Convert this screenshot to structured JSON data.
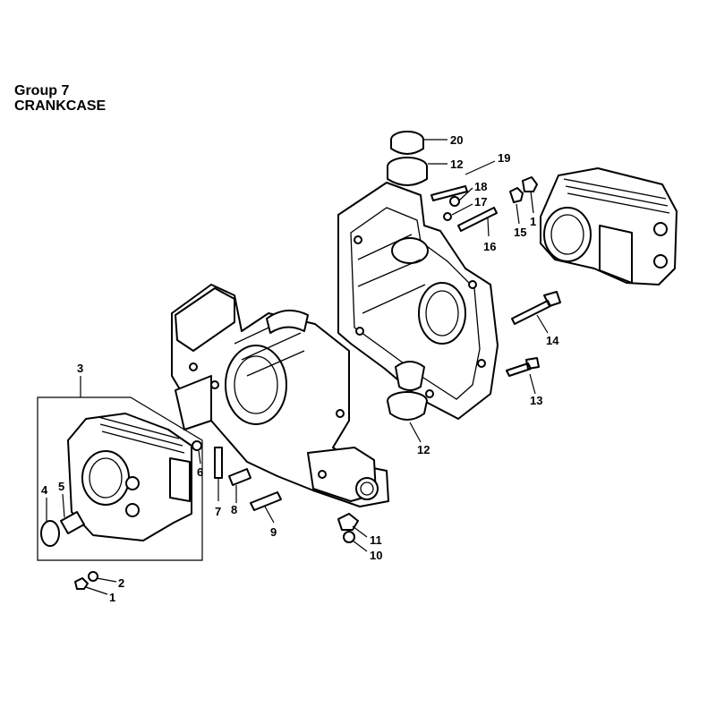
{
  "header": {
    "group": "Group 7",
    "title": "CRANKCASE"
  },
  "callouts": [
    {
      "id": "c20",
      "text": "20"
    },
    {
      "id": "c12a",
      "text": "12"
    },
    {
      "id": "c19",
      "text": "19"
    },
    {
      "id": "c18",
      "text": "18"
    },
    {
      "id": "c17",
      "text": "17"
    },
    {
      "id": "c16",
      "text": "16"
    },
    {
      "id": "c15",
      "text": "15"
    },
    {
      "id": "c1a",
      "text": "1"
    },
    {
      "id": "c14",
      "text": "14"
    },
    {
      "id": "c13",
      "text": "13"
    },
    {
      "id": "c12b",
      "text": "12"
    },
    {
      "id": "c3",
      "text": "3"
    },
    {
      "id": "c6",
      "text": "6"
    },
    {
      "id": "c4",
      "text": "4"
    },
    {
      "id": "c5",
      "text": "5"
    },
    {
      "id": "c7",
      "text": "7"
    },
    {
      "id": "c8",
      "text": "8"
    },
    {
      "id": "c9",
      "text": "9"
    },
    {
      "id": "c11",
      "text": "11"
    },
    {
      "id": "c10",
      "text": "10"
    },
    {
      "id": "c2",
      "text": "2"
    },
    {
      "id": "c1b",
      "text": "1"
    }
  ]
}
